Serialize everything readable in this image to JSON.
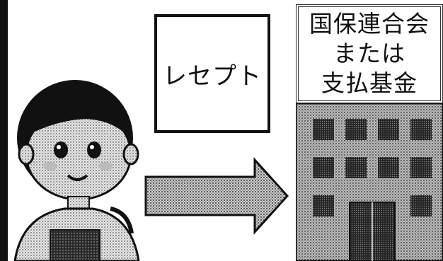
{
  "receipt": {
    "label": "レセプト"
  },
  "institution": {
    "line1": "国保連合会",
    "line2": "または",
    "line3": "支払基金"
  },
  "icons": {
    "person": "woman-portrait-icon",
    "arrow": "right-arrow-icon",
    "building": "office-building-icon"
  }
}
